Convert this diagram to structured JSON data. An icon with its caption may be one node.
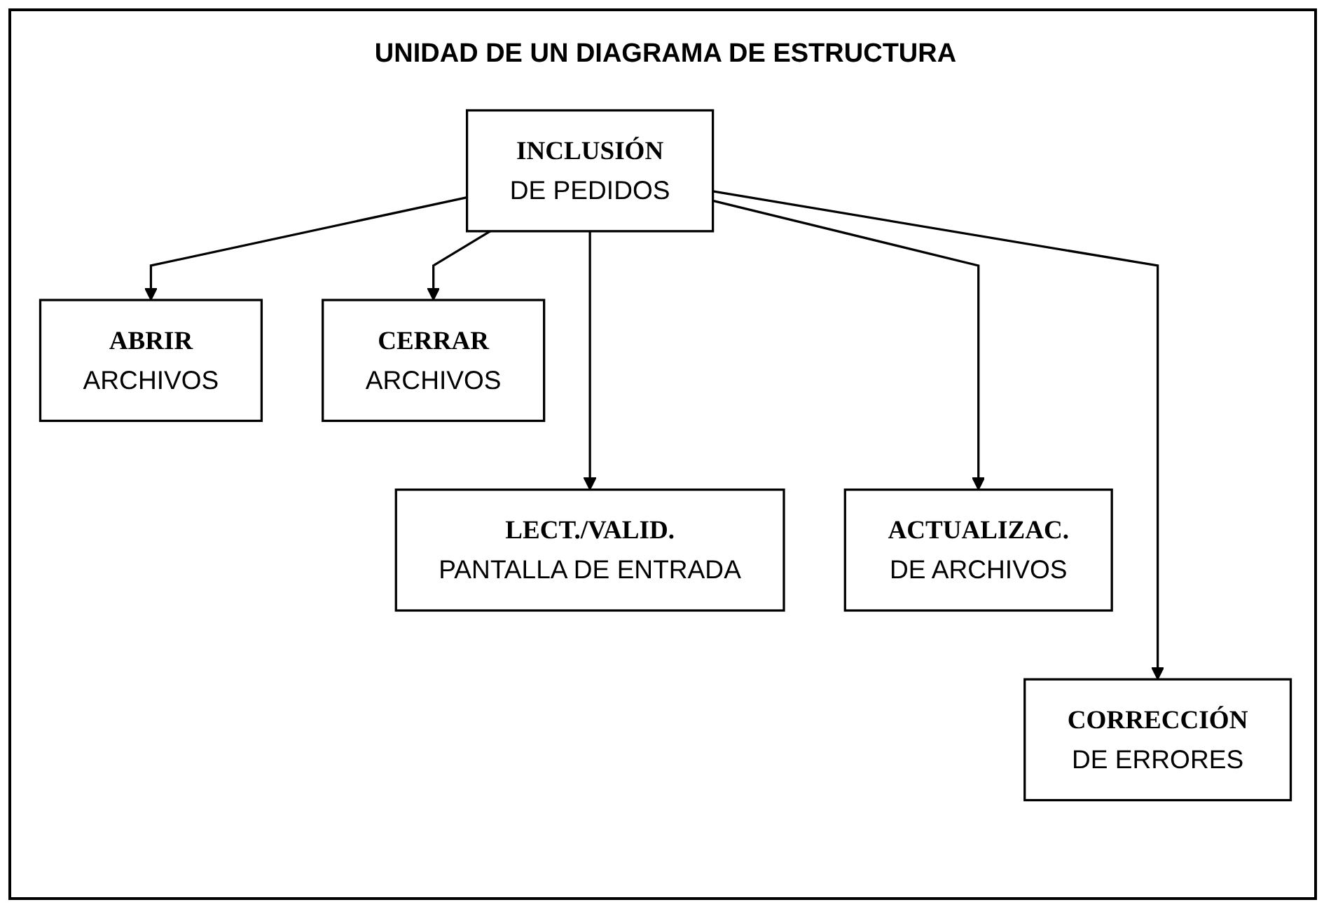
{
  "diagram": {
    "title": "UNIDAD DE UN DIAGRAMA DE ESTRUCTURA",
    "nodes": [
      {
        "text": [
          "INCLUSIÓN",
          "DE PEDIDOS"
        ]
      },
      {
        "text": [
          "ABRIR",
          "ARCHIVOS"
        ]
      },
      {
        "text": [
          "CERRAR",
          "ARCHIVOS"
        ]
      },
      {
        "text": [
          "LECT./VALID.",
          "PANTALLA DE ENTRADA"
        ]
      },
      {
        "text": [
          "ACTUALIZAC.",
          "DE ARCHIVOS"
        ]
      },
      {
        "text": [
          "CORRECCIÓN",
          "DE ERRORES"
        ]
      }
    ],
    "edges": [
      {
        "from": 0,
        "to": 1,
        "arrow": "to"
      },
      {
        "from": 0,
        "to": 3,
        "arrow": "to"
      },
      {
        "from": 0,
        "to": 5,
        "arrow": "to"
      },
      {
        "from": 0,
        "to": 4,
        "arrow": "to"
      },
      {
        "from": 0,
        "to": 2,
        "arrow": "to"
      }
    ]
  }
}
